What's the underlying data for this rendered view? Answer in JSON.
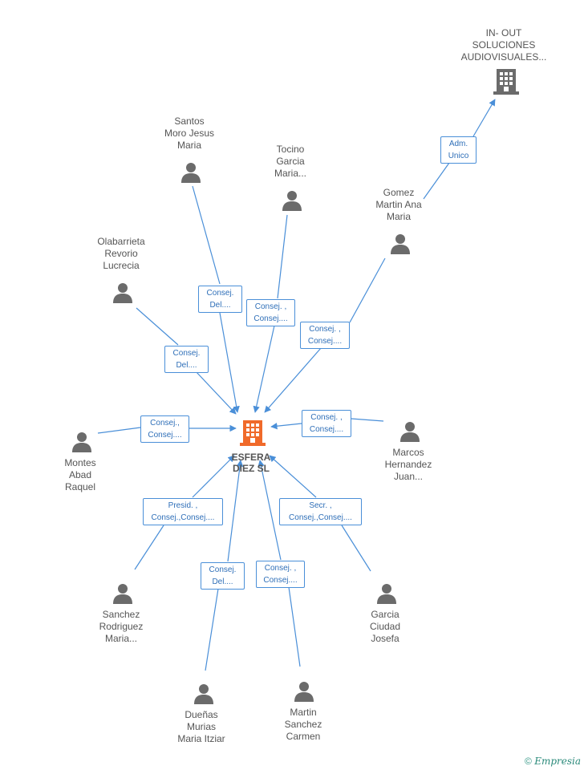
{
  "center": {
    "line1": "ESFERA",
    "line2": "DIEZ SL",
    "color": "#f06a2a"
  },
  "company_top": {
    "lines": [
      "IN- OUT",
      "SOLUCIONES",
      "AUDIOVISUALES..."
    ],
    "color": "#6b6b6b"
  },
  "people": [
    {
      "id": "santos",
      "lines": [
        "Santos",
        "Moro Jesus",
        "Maria"
      ]
    },
    {
      "id": "tocino",
      "lines": [
        "Tocino",
        "Garcia",
        "Maria..."
      ]
    },
    {
      "id": "gomez",
      "lines": [
        "Gomez",
        "Martin Ana",
        "Maria"
      ]
    },
    {
      "id": "olabarrieta",
      "lines": [
        "Olabarrieta",
        "Revorio",
        "Lucrecia"
      ]
    },
    {
      "id": "montes",
      "lines": [
        "Montes",
        "Abad",
        "Raquel"
      ]
    },
    {
      "id": "marcos",
      "lines": [
        "Marcos",
        "Hernandez",
        "Juan..."
      ]
    },
    {
      "id": "sanchez",
      "lines": [
        "Sanchez",
        "Rodriguez",
        "Maria..."
      ]
    },
    {
      "id": "garcia",
      "lines": [
        "Garcia",
        "Ciudad",
        "Josefa"
      ]
    },
    {
      "id": "duenas",
      "lines": [
        "Dueñas",
        "Murias",
        "Maria Itziar"
      ]
    },
    {
      "id": "martin",
      "lines": [
        "Martin",
        "Sanchez",
        "Carmen"
      ]
    }
  ],
  "relations": [
    {
      "id": "adm",
      "lines": [
        "Adm.",
        "Unico"
      ]
    },
    {
      "id": "santos",
      "lines": [
        "Consej.",
        "Del...."
      ]
    },
    {
      "id": "tocino",
      "lines": [
        "Consej. ,",
        "Consej...."
      ]
    },
    {
      "id": "gomez",
      "lines": [
        "Consej. ,",
        "Consej...."
      ]
    },
    {
      "id": "olabarrieta",
      "lines": [
        "Consej.",
        "Del...."
      ]
    },
    {
      "id": "montes",
      "lines": [
        "Consej.,",
        "Consej...."
      ]
    },
    {
      "id": "marcos",
      "lines": [
        "Consej. ,",
        "Consej...."
      ]
    },
    {
      "id": "sanchez",
      "lines": [
        "Presid. ,",
        "Consej.,Consej...."
      ]
    },
    {
      "id": "garcia",
      "lines": [
        "Secr. ,",
        "Consej.,Consej...."
      ]
    },
    {
      "id": "duenas",
      "lines": [
        "Consej.",
        "Del...."
      ]
    },
    {
      "id": "martin",
      "lines": [
        "Consej. ,",
        "Consej...."
      ]
    }
  ],
  "colors": {
    "edge": "#4a8fd8",
    "person_icon": "#6b6b6b"
  },
  "footer": {
    "copyright": "©",
    "brand": "Empresia"
  }
}
